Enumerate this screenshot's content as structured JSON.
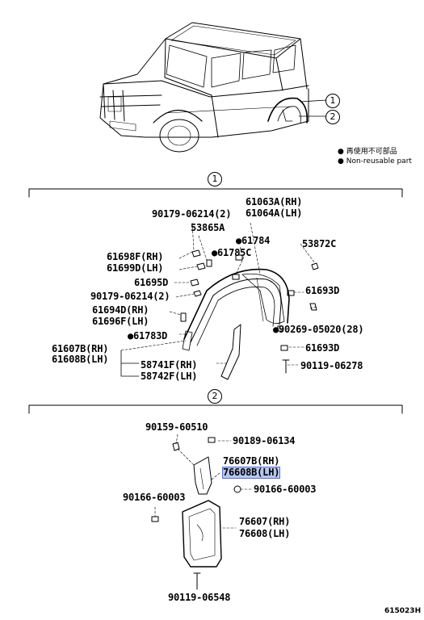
{
  "diagram": {
    "sheet_code": "615023H",
    "legend": {
      "line1": "● 再使用不可部品",
      "line2": "● Non-reusable part"
    },
    "callouts": {
      "one": "1",
      "two": "2"
    },
    "section1": {
      "marker": "1",
      "labels": {
        "p90179_06214_2a": "90179-06214(2)",
        "p61063A": "61063A(RH)",
        "p61064A": "61064A(LH)",
        "p53865A": "53865A",
        "p61784": "●61784",
        "p53872C": "53872C",
        "p61785C": "●61785C",
        "p61698F": "61698F(RH)",
        "p61699D": "61699D(LH)",
        "p61695D": "61695D",
        "p61693D_a": "61693D",
        "p90179_06214_2b": "90179-06214(2)",
        "p61694D": "61694D(RH)",
        "p61696F": "61696F(LH)",
        "p90269": "●90269-05020(28)",
        "p61783D": "●61783D",
        "p61607B": "61607B(RH)",
        "p61608B": "61608B(LH)",
        "p61693D_b": "61693D",
        "p90119_06278": "90119-06278",
        "p58741F": "58741F(RH)",
        "p58742F": "58742F(LH)"
      }
    },
    "section2": {
      "marker": "2",
      "labels": {
        "p90159": "90159-60510",
        "p90189": "90189-06134",
        "p76607B": "76607B(RH)",
        "p76608B": "76608B(LH)",
        "p90166_a": "90166-60003",
        "p90166_b": "90166-60003",
        "p76607": "76607(RH)",
        "p76608": "76608(LH)",
        "p90119_06548": "90119-06548"
      }
    }
  }
}
